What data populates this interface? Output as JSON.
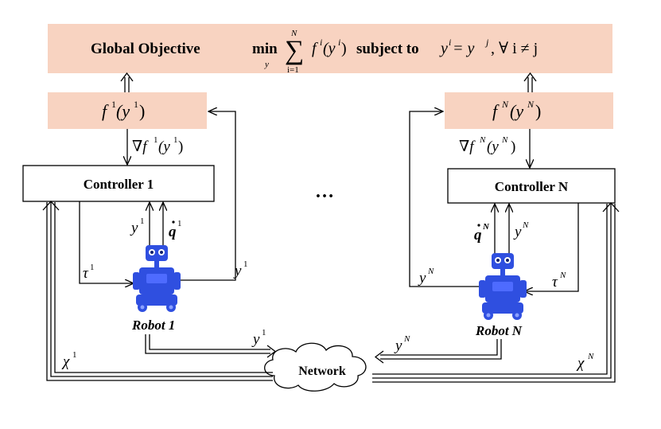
{
  "title": {
    "prefix": "Global  Objective",
    "min_word": "min",
    "min_sub": "y",
    "sum_upper": "N",
    "sum_lower": "i=1",
    "expr_f": "f",
    "expr_sup": "i",
    "expr_arg": "(y",
    "expr_arg_sup": "i",
    "expr_close": ")",
    "subject": "subject to",
    "constraint": "y",
    "constraint_sup_i": "i",
    "constraint_eq": " = y",
    "constraint_sup_j": "j",
    "forall": ", ∀ i ≠ j"
  },
  "agent1": {
    "objective": {
      "f": "f",
      "sup1": "1",
      "arg": "(y",
      "sup2": "1",
      "close": ")"
    },
    "gradient": {
      "nabla": "∇f",
      "sup1": "1",
      "arg": "(y",
      "sup2": "1",
      "close": ")"
    },
    "controller": "Controller 1",
    "y_up": {
      "v": "y",
      "sup": "1"
    },
    "qdot": {
      "v": "q",
      "sup": "1"
    },
    "tau": {
      "v": "τ",
      "sup": "1"
    },
    "y_out": {
      "v": "y",
      "sup": "1"
    },
    "robot": "Robot 1",
    "y_net": {
      "v": "y",
      "sup": "1"
    },
    "chi": {
      "v": "χ",
      "sup": "1"
    }
  },
  "agentN": {
    "objective": {
      "f": "f",
      "sup1": "N",
      "arg": "(y",
      "sup2": "N",
      "close": ")"
    },
    "gradient": {
      "nabla": "∇f",
      "sup1": "N",
      "arg": "(y",
      "sup2": "N",
      "close": ")"
    },
    "controller": "Controller N",
    "y_up": {
      "v": "y",
      "sup": "N"
    },
    "qdot": {
      "v": "q",
      "sup": "N"
    },
    "tau": {
      "v": "τ",
      "sup": "N"
    },
    "y_out": {
      "v": "y",
      "sup": "N"
    },
    "robot": "Robot N",
    "y_net": {
      "v": "y",
      "sup": "N"
    },
    "chi": {
      "v": "χ",
      "sup": "N"
    }
  },
  "ellipsis": "…",
  "network": "Network",
  "colors": {
    "objective_fill": "#f8d3c1",
    "robot_blue": "#2f4fe0",
    "line": "#000000"
  }
}
